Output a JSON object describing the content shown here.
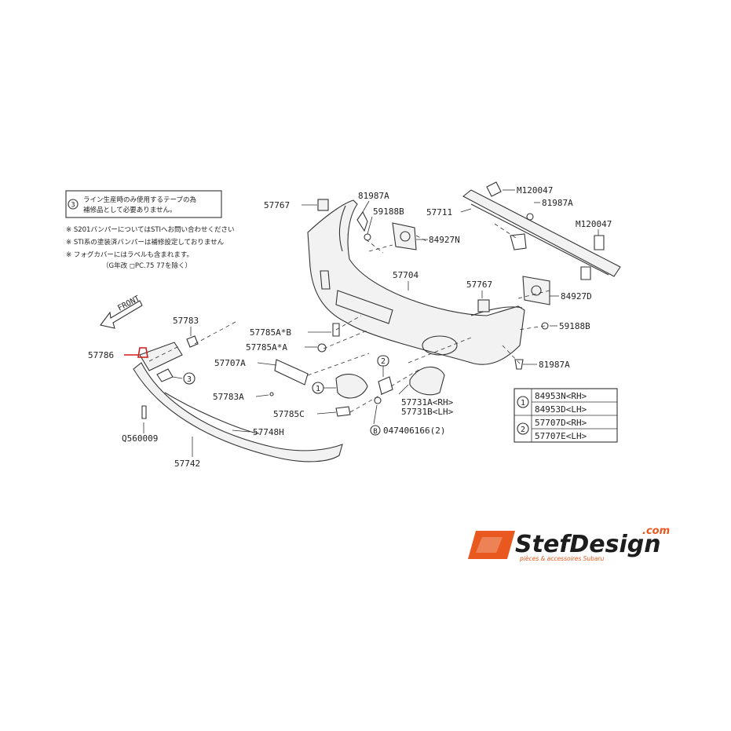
{
  "notes": {
    "boxed_note": {
      "marker": "3",
      "line1": "ライン生産時のみ使用するテープの為",
      "line2": "補修品として必要ありません。"
    },
    "asterisk_notes": [
      "※ S201バンパーについてはSTIへお問い合わせください",
      "※ STI系の塗装済バンパーは補修設定しておりません",
      "※ フォグカバーにはラベルも含まれます。"
    ],
    "sub_note": "（G年改 ◻PC.75 77を除く）"
  },
  "front_arrow": "FRONT",
  "parts": {
    "p57767a": "57767",
    "p81987a_top": "81987A",
    "p59188b_top": "59188B",
    "p84927n": "84927N",
    "p57711": "57711",
    "pM120047a": "M120047",
    "p81987a_right": "81987A",
    "pM120047b": "M120047",
    "p57704": "57704",
    "p57767b": "57767",
    "p84927d": "84927D",
    "p59188b_right": "59188B",
    "p81987a_bottom": "81987A",
    "p57783": "57783",
    "p57786": "57786",
    "p57785a_b": "57785A*B",
    "p57785a_a": "57785A*A",
    "p57707a": "57707A",
    "p57783a": "57783A",
    "p57785c": "57785C",
    "p57731a": "57731A<RH>",
    "p57731b": "57731B<LH>",
    "p047406166": "047406166(2)",
    "q560009": "Q560009",
    "p57748h": "57748H",
    "p57742": "57742",
    "callout1": "1",
    "callout2": "2",
    "callout3": "3",
    "calloutB": "B"
  },
  "legend": {
    "rows": [
      {
        "marker": "1",
        "rh": "84953N<RH>",
        "lh": "84953D<LH>"
      },
      {
        "marker": "2",
        "rh": "57707D<RH>",
        "lh": "57707E<LH>"
      }
    ]
  },
  "brand": {
    "logo_text": "StefDesign",
    "domain": ".com",
    "tagline": "pièces & accessoires Subaru",
    "colors": {
      "accent": "#e8581f",
      "dark": "#1d1d1d",
      "highlight": "#d21a1a"
    }
  }
}
